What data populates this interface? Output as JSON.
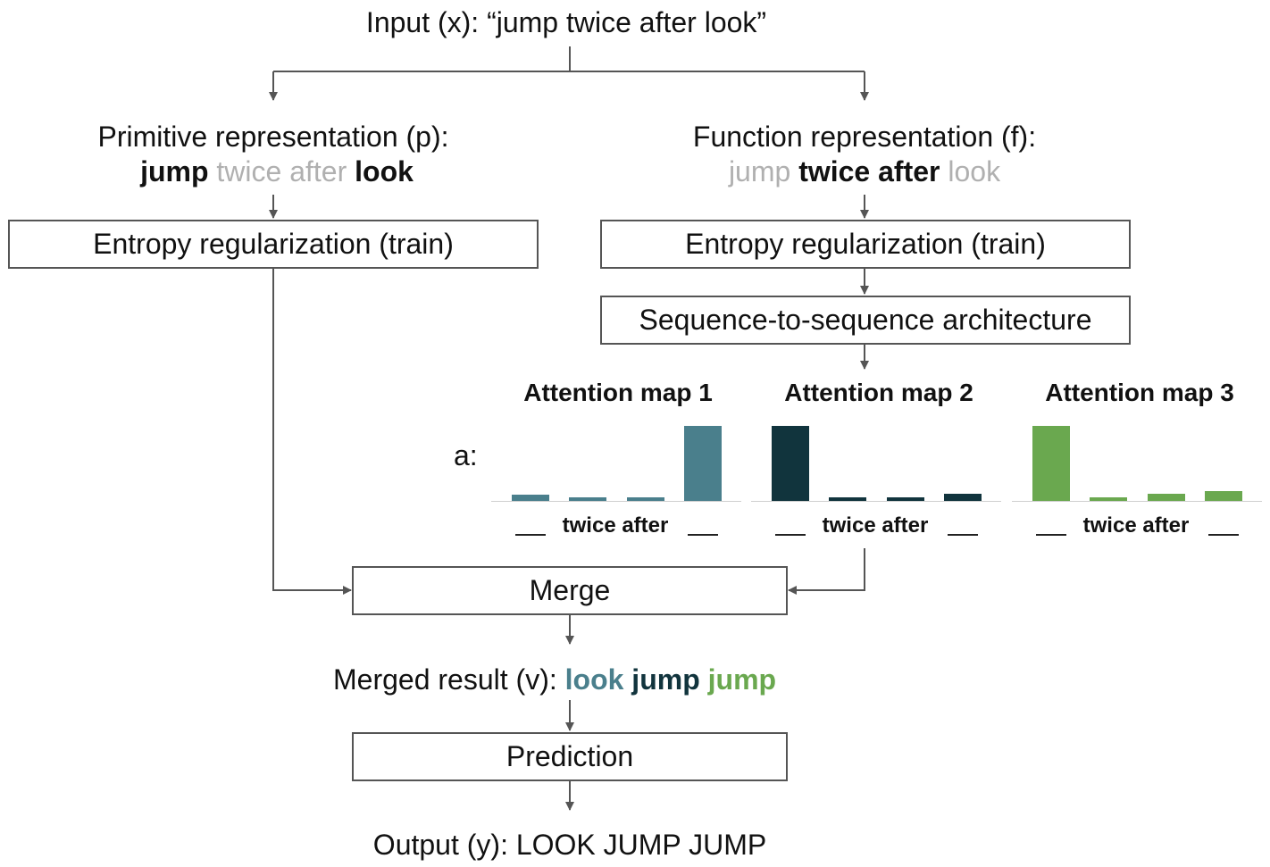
{
  "input": {
    "prefix": "Input (x): “",
    "text": "jump twice after look",
    "suffix": "”"
  },
  "primitive": {
    "label": "Primitive representation (p):",
    "tokens": [
      {
        "text": "jump",
        "style": "bold"
      },
      {
        "text": "twice",
        "style": "gray"
      },
      {
        "text": "after",
        "style": "gray"
      },
      {
        "text": "look",
        "style": "bold"
      }
    ]
  },
  "function": {
    "label": "Function representation (f):",
    "tokens": [
      {
        "text": "jump",
        "style": "gray"
      },
      {
        "text": "twice",
        "style": "bold"
      },
      {
        "text": "after",
        "style": "bold"
      },
      {
        "text": "look",
        "style": "gray"
      }
    ]
  },
  "boxes": {
    "entropy_left": "Entropy regularization (train)",
    "entropy_right": "Entropy regularization (train)",
    "seq2seq": "Sequence-to-sequence architecture",
    "merge": "Merge",
    "prediction": "Prediction"
  },
  "attention_label": "a:",
  "merged": {
    "label": "Merged result (v):",
    "tokens": [
      {
        "text": "look",
        "color": "#4a7f8c"
      },
      {
        "text": "jump",
        "color": "#11343d"
      },
      {
        "text": "jump",
        "color": "#6aa84f"
      }
    ]
  },
  "output": {
    "label": "Output (y): LOOK JUMP JUMP"
  },
  "chart_data": [
    {
      "type": "bar",
      "title": "Attention map 1",
      "color": "#4a7f8c",
      "x_labels": [
        "___",
        "twice",
        "after",
        "___"
      ],
      "values": [
        0.08,
        0.05,
        0.05,
        1.0
      ]
    },
    {
      "type": "bar",
      "title": "Attention map 2",
      "color": "#11343d",
      "x_labels": [
        "___",
        "twice",
        "after",
        "___"
      ],
      "values": [
        1.0,
        0.05,
        0.05,
        0.1
      ]
    },
    {
      "type": "bar",
      "title": "Attention map 3",
      "color": "#6aa84f",
      "x_labels": [
        "___",
        "twice",
        "after",
        "___"
      ],
      "values": [
        1.0,
        0.05,
        0.1,
        0.13
      ]
    }
  ]
}
